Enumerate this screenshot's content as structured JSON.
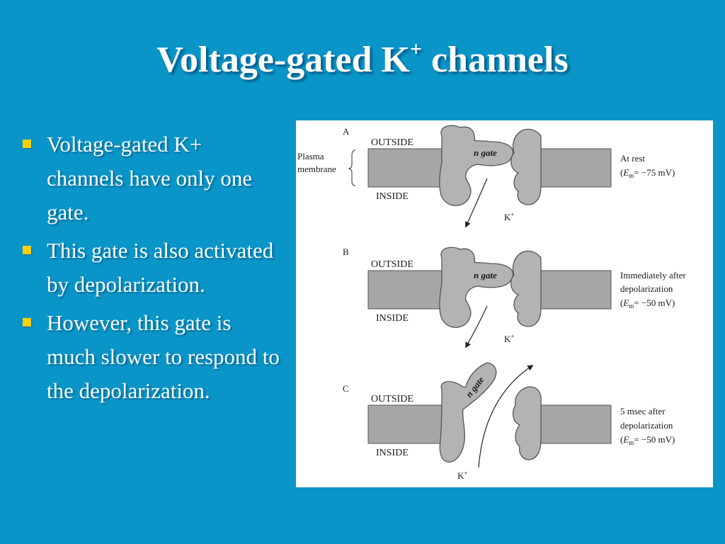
{
  "title": {
    "main": "Voltage-gated K",
    "sup": "+",
    "tail": " channels"
  },
  "bullets": [
    "Voltage-gated K+ channels have only one gate.",
    "This gate is also activated by depolarization.",
    "However, this gate is much slower to respond to the depolarization."
  ],
  "figure": {
    "membrane_label_1": "Plasma",
    "membrane_label_2": "membrane",
    "outside": "OUTSIDE",
    "inside": "INSIDE",
    "gate": "n gate",
    "ion": "K",
    "ion_charge": "+",
    "panels": [
      {
        "letter": "A",
        "line1": "At rest",
        "line2": "",
        "em": "= −75 mV)"
      },
      {
        "letter": "B",
        "line1": "Immediately after",
        "line2": "depolarization",
        "em": "= −50 mV)"
      },
      {
        "letter": "C",
        "line1": "5 msec after",
        "line2": "depolarization",
        "em": "= −50 mV)"
      }
    ]
  },
  "colors": {
    "background": "#0a95c8",
    "bullet": "#ffd200",
    "membrane": "#a6a6a6",
    "protein": "#b3b3b3"
  }
}
